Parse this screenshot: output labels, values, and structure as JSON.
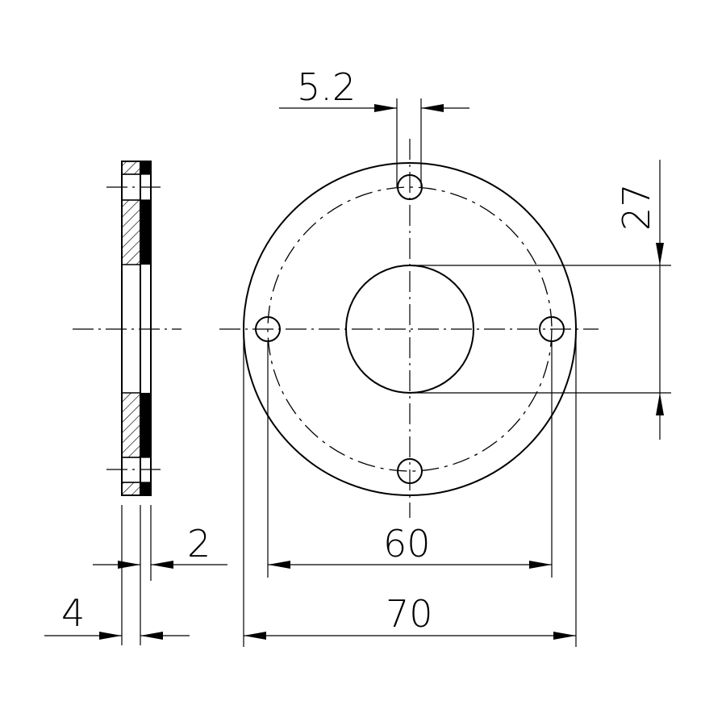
{
  "dimensions": {
    "hole_diameter": "5.2",
    "center_hole_diameter": "27",
    "bolt_circle_diameter": "60",
    "outer_diameter": "70",
    "layer_thickness": "2",
    "total_thickness": "4"
  },
  "colors": {
    "line": "#000000",
    "background": "#ffffff"
  }
}
